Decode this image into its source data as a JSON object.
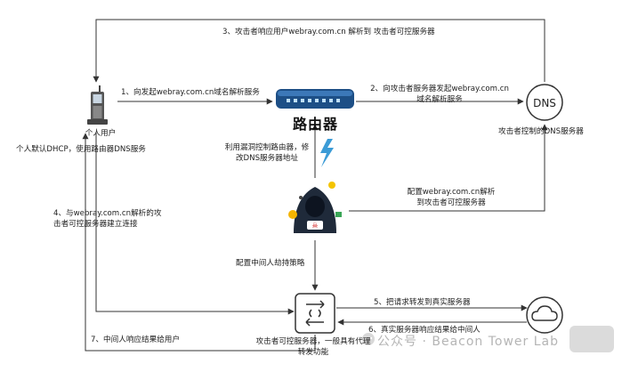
{
  "nodes": {
    "user": "个人用户",
    "router": "路由器",
    "dns_server": "攻击者控制的DNS服务器",
    "proxy_server": "攻击者可控服务器，一般具有代理\n转发功能",
    "dns_icon_text": "DNS"
  },
  "notes": {
    "user_default": "个人默认DHCP，使用路由器DNS服务",
    "exploit_router": "利用漏洞控制路由器，修\n改DNS服务器地址",
    "config_dns": "配置webray.com.cn解析\n到攻击者可控服务器",
    "config_mitm": "配置中间人劫持策略"
  },
  "steps": {
    "s1": "1、向发起webray.com.cn域名解析服务",
    "s2": "2、向攻击者服务器发起webray.com.cn\n域名解析服务",
    "s3": "3、攻击者响应用户webray.com.cn 解析到 攻击者可控服务器",
    "s4": "4、与webray.com.cn解析的攻\n击者可控服务器建立连接",
    "s5": "5、把请求转发到真实服务器",
    "s6": "6、真实服务器响应结果给中间人",
    "s7": "7、中间人响应结果给用户"
  },
  "watermark": "公众号 · Beacon Tower Lab"
}
